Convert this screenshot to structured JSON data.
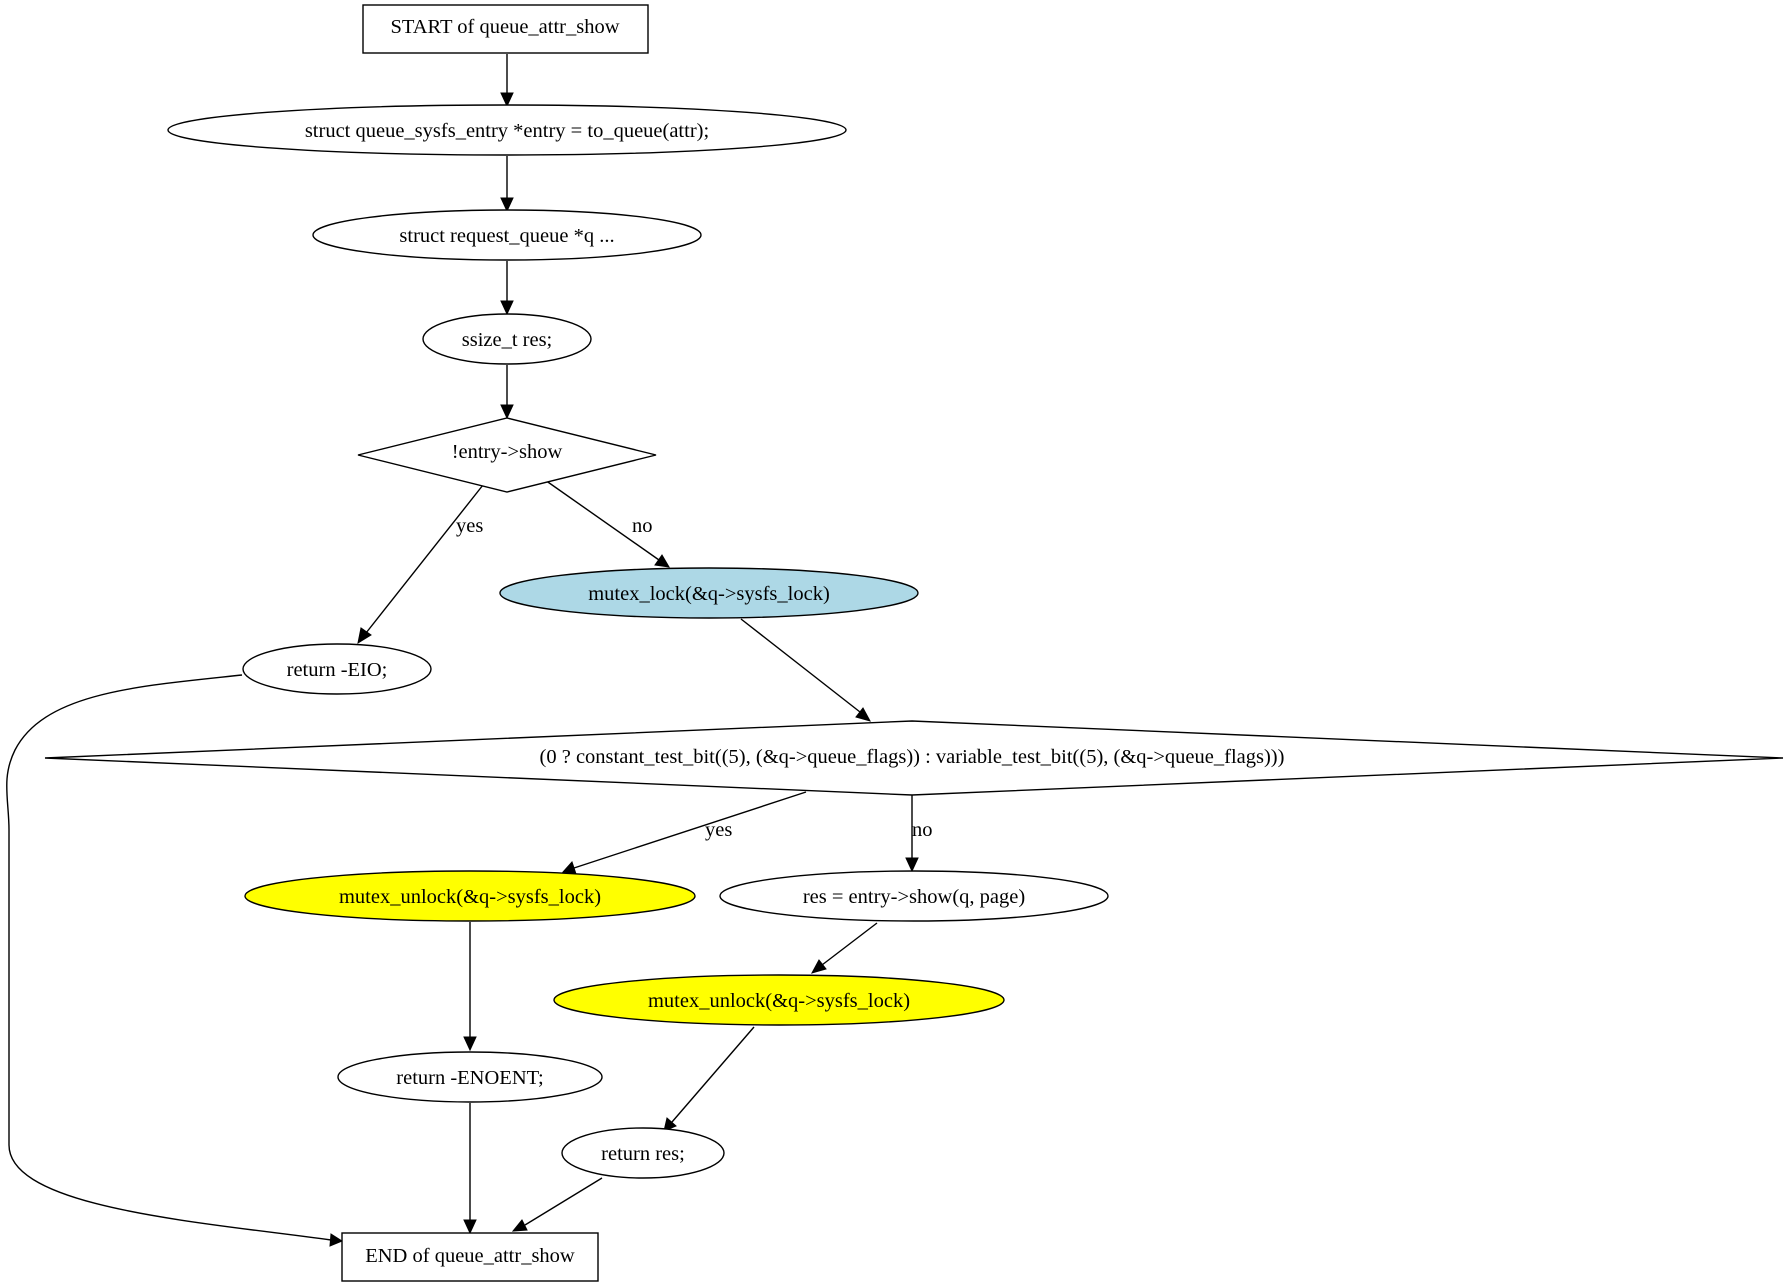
{
  "diagram": {
    "nodes": {
      "start": {
        "label": "START of queue_attr_show",
        "shape": "box",
        "fill": "#ffffff"
      },
      "entry_decl": {
        "label": "struct queue_sysfs_entry *entry = to_queue(attr);",
        "shape": "ellipse",
        "fill": "#ffffff"
      },
      "q_decl": {
        "label": "struct request_queue *q  ...",
        "shape": "ellipse",
        "fill": "#ffffff"
      },
      "res_decl": {
        "label": "ssize_t res;",
        "shape": "ellipse",
        "fill": "#ffffff"
      },
      "cond_show": {
        "label": "!entry->show",
        "shape": "diamond",
        "fill": "#ffffff"
      },
      "return_eio": {
        "label": "return -EIO;",
        "shape": "ellipse",
        "fill": "#ffffff"
      },
      "mutex_lock": {
        "label": "mutex_lock(&q->sysfs_lock)",
        "shape": "ellipse",
        "fill": "#add8e6"
      },
      "cond_test_bit": {
        "label": "(0 ? constant_test_bit((5), (&q->queue_flags)) : variable_test_bit((5), (&q->queue_flags)))",
        "shape": "diamond",
        "fill": "#ffffff"
      },
      "mutex_unlock_1": {
        "label": "mutex_unlock(&q->sysfs_lock)",
        "shape": "ellipse",
        "fill": "#ffff00"
      },
      "res_assign": {
        "label": "res = entry->show(q, page)",
        "shape": "ellipse",
        "fill": "#ffffff"
      },
      "mutex_unlock_2": {
        "label": "mutex_unlock(&q->sysfs_lock)",
        "shape": "ellipse",
        "fill": "#ffff00"
      },
      "return_enoent": {
        "label": "return -ENOENT;",
        "shape": "ellipse",
        "fill": "#ffffff"
      },
      "return_res": {
        "label": "return res;",
        "shape": "ellipse",
        "fill": "#ffffff"
      },
      "end": {
        "label": "END of queue_attr_show",
        "shape": "box",
        "fill": "#ffffff"
      }
    },
    "edges": [
      {
        "from": "start",
        "to": "entry_decl",
        "label": ""
      },
      {
        "from": "entry_decl",
        "to": "q_decl",
        "label": ""
      },
      {
        "from": "q_decl",
        "to": "res_decl",
        "label": ""
      },
      {
        "from": "res_decl",
        "to": "cond_show",
        "label": ""
      },
      {
        "from": "cond_show",
        "to": "return_eio",
        "label": "yes"
      },
      {
        "from": "cond_show",
        "to": "mutex_lock",
        "label": "no"
      },
      {
        "from": "mutex_lock",
        "to": "cond_test_bit",
        "label": ""
      },
      {
        "from": "cond_test_bit",
        "to": "mutex_unlock_1",
        "label": "yes"
      },
      {
        "from": "cond_test_bit",
        "to": "res_assign",
        "label": "no"
      },
      {
        "from": "mutex_unlock_1",
        "to": "return_enoent",
        "label": ""
      },
      {
        "from": "res_assign",
        "to": "mutex_unlock_2",
        "label": ""
      },
      {
        "from": "mutex_unlock_2",
        "to": "return_res",
        "label": ""
      },
      {
        "from": "return_eio",
        "to": "end",
        "label": ""
      },
      {
        "from": "return_enoent",
        "to": "end",
        "label": ""
      },
      {
        "from": "return_res",
        "to": "end",
        "label": ""
      }
    ]
  }
}
